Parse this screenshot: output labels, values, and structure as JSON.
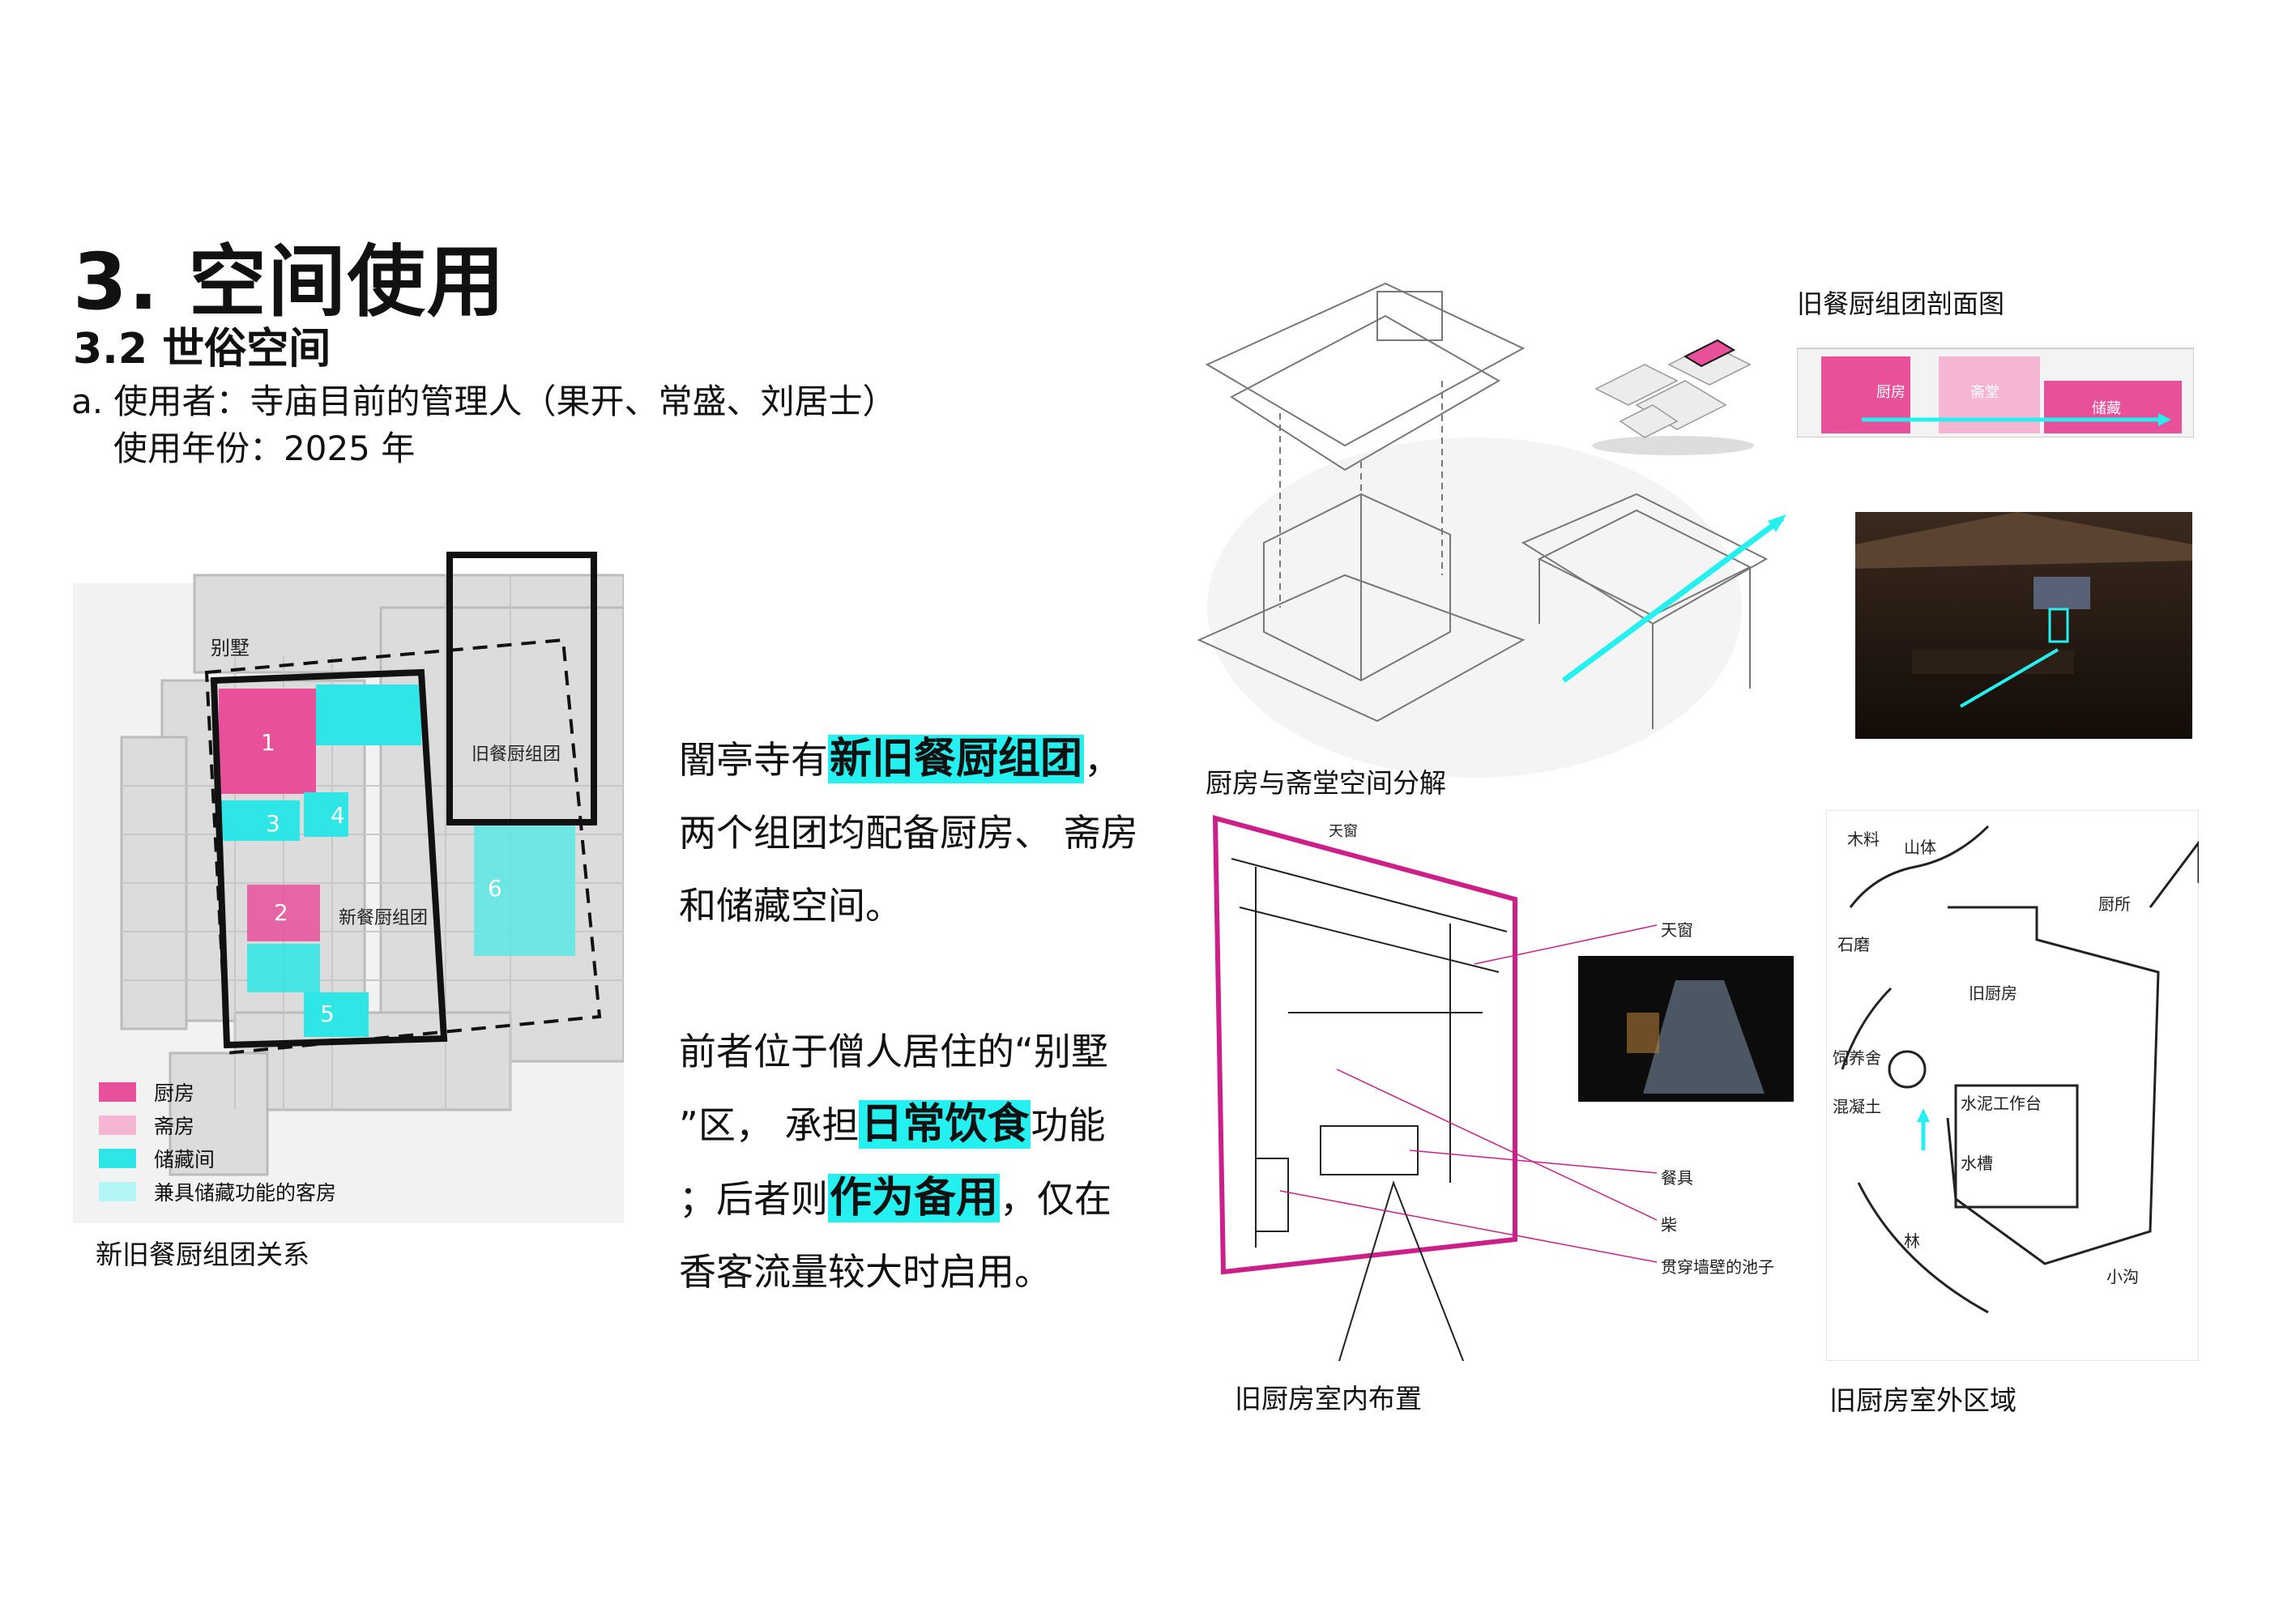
{
  "header": {
    "title": "3. 空间使用",
    "subtitle": "3.2  世俗空间",
    "user_line": "a.  使用者：寺庙目前的管理人（果开、常盛、刘居士）",
    "year_line": "使用年份：2025 年"
  },
  "plan": {
    "caption": "新旧餐厨组团关系",
    "villa_label": "别墅",
    "old_group_label": "旧餐厨组团",
    "new_group_label": "新餐厨组团",
    "room_numbers": [
      "1",
      "2",
      "3",
      "4",
      "5",
      "6"
    ],
    "legend": [
      {
        "label": "厨房",
        "color": "#e8509a"
      },
      {
        "label": "斋房",
        "color": "#f4b6d2"
      },
      {
        "label": "储藏间",
        "color": "#2ee6e6"
      },
      {
        "label": "兼具储藏功能的客房",
        "color": "#b3f6f6"
      }
    ]
  },
  "text": {
    "p1_pre": "闇亭寺有",
    "p1_hl": "新旧餐厨组团",
    "p1_post": "，",
    "p1_line2": "两个组团均配备厨房、 斋房",
    "p1_line3": "和储藏空间。",
    "p2_line1": "前者位于僧人居住的“别墅",
    "p2_pre": "”区， 承担",
    "p2_hl": "日常饮食",
    "p2_post": "功能",
    "p3_pre": "；后者则",
    "p3_hl": "作为备用",
    "p3_post": "，仅在",
    "p3_line2": "香客流量较大时启用。"
  },
  "figures": {
    "axon_caption": "厨房与斋堂空间分解",
    "section_title": "旧餐厨组团剖面图",
    "section_labels": [
      "厨房",
      "斋堂",
      "储藏"
    ],
    "interior_caption": "旧厨房室内布置",
    "exterior_caption": "旧厨房室外区域",
    "sketch_labels": [
      "天窗",
      "餐具",
      "柴",
      "贯穿墙壁的池子"
    ],
    "sketch_top_note": "天窗",
    "outdoor_notes": [
      "木料",
      "山体",
      "厨所",
      "旧厨房",
      "石磨",
      "饲养舍",
      "混凝土",
      "水泥工作台",
      "水槽",
      "林",
      "小沟"
    ]
  },
  "colors": {
    "kitchen": "#e8509a",
    "cyan": "#25f0f0",
    "magenta_frame": "#cc1f8a"
  }
}
